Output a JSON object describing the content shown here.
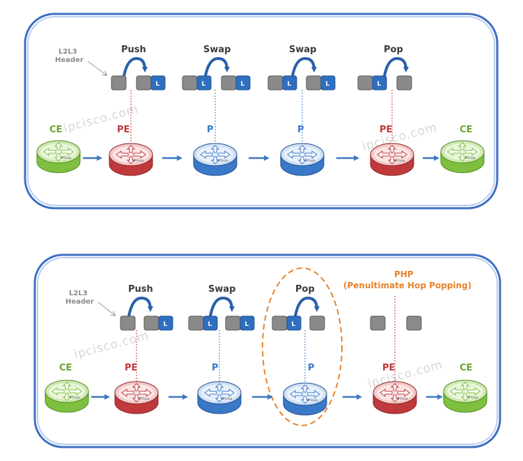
{
  "top": {
    "header_label": [
      "L2L3",
      "Header"
    ],
    "operations": [
      "Push",
      "Swap",
      "Swap",
      "Pop"
    ],
    "label_glyph": "L",
    "routers": [
      {
        "role": "CE",
        "color": "green"
      },
      {
        "role": "PE",
        "color": "red"
      },
      {
        "role": "P",
        "color": "blue"
      },
      {
        "role": "P",
        "color": "blue"
      },
      {
        "role": "PE",
        "color": "red"
      },
      {
        "role": "CE",
        "color": "green"
      }
    ],
    "watermarks": [
      "ipcisco.com",
      "ipcisco.com"
    ]
  },
  "bottom": {
    "header_label": [
      "L2L3",
      "Header"
    ],
    "operations": [
      "Push",
      "Swap",
      "Pop"
    ],
    "label_glyph": "L",
    "php_title": "PHP",
    "php_subtitle": "(Penultimate Hop Popping)",
    "routers": [
      {
        "role": "CE",
        "color": "green"
      },
      {
        "role": "PE",
        "color": "red"
      },
      {
        "role": "P",
        "color": "blue"
      },
      {
        "role": "P",
        "color": "blue"
      },
      {
        "role": "PE",
        "color": "red"
      },
      {
        "role": "CE",
        "color": "green"
      }
    ],
    "watermarks": [
      "ipcisco.com",
      "ipcisco.com"
    ]
  },
  "router_brand": "IPCisco",
  "colors": {
    "frame": "#3d6fc4",
    "label_box": "#2f6fc0",
    "header_box": "#8a8a8a",
    "arrow": "#3f77c0",
    "ce": "#7fbf3f",
    "pe": "#c0393b",
    "p": "#3a78c8",
    "php": "#e8822a"
  }
}
